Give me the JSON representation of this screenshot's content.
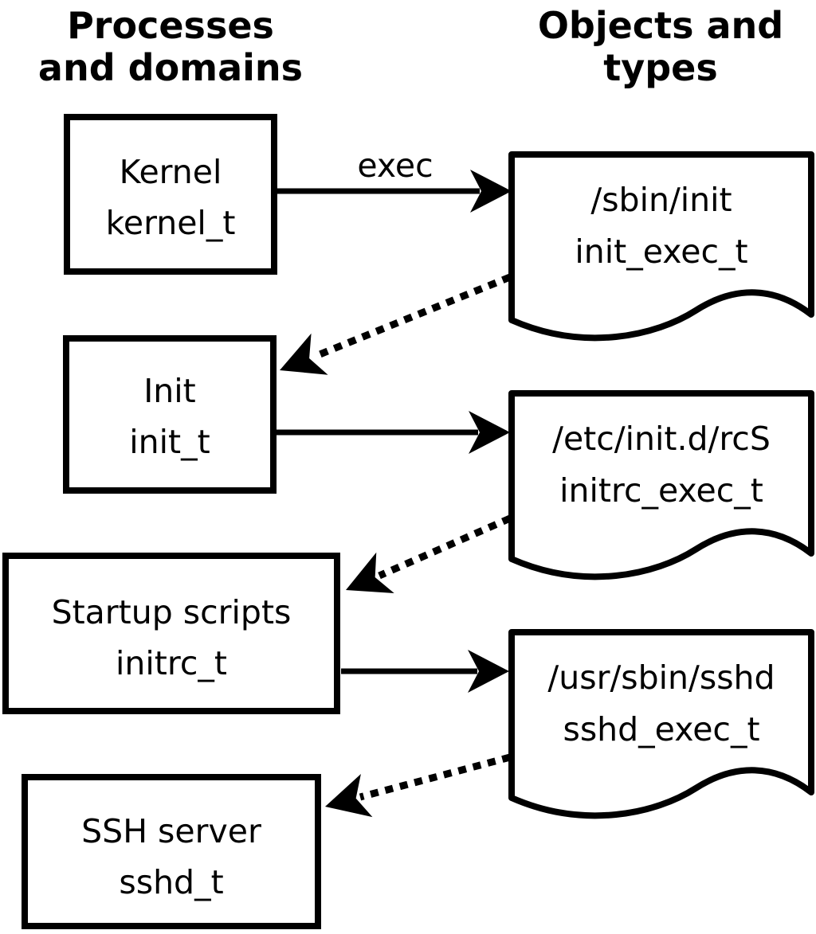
{
  "diagram": {
    "columns": {
      "left": {
        "line1": "Processes",
        "line2": "and domains"
      },
      "right": {
        "line1": "Objects and",
        "line2": "types"
      }
    },
    "processes": [
      {
        "name": "Kernel",
        "domain": "kernel_t"
      },
      {
        "name": "Init",
        "domain": "init_t"
      },
      {
        "name": "Startup scripts",
        "domain": "initrc_t"
      },
      {
        "name": "SSH server",
        "domain": "sshd_t"
      }
    ],
    "objects": [
      {
        "path": "/sbin/init",
        "type": "init_exec_t"
      },
      {
        "path": "/etc/init.d/rcS",
        "type": "initrc_exec_t"
      },
      {
        "path": "/usr/sbin/sshd",
        "type": "sshd_exec_t"
      }
    ],
    "labels": {
      "exec": "exec"
    },
    "edges": {
      "solid": [
        {
          "from": "kernel_t",
          "to": "init_exec_t",
          "label": "exec"
        },
        {
          "from": "init_t",
          "to": "initrc_exec_t",
          "label": ""
        },
        {
          "from": "initrc_t",
          "to": "sshd_exec_t",
          "label": ""
        }
      ],
      "dotted": [
        {
          "from": "init_exec_t",
          "to": "init_t"
        },
        {
          "from": "initrc_exec_t",
          "to": "initrc_t"
        },
        {
          "from": "sshd_exec_t",
          "to": "sshd_t"
        }
      ]
    },
    "colors": {
      "stroke": "#000000",
      "background": "#ffffff"
    }
  }
}
